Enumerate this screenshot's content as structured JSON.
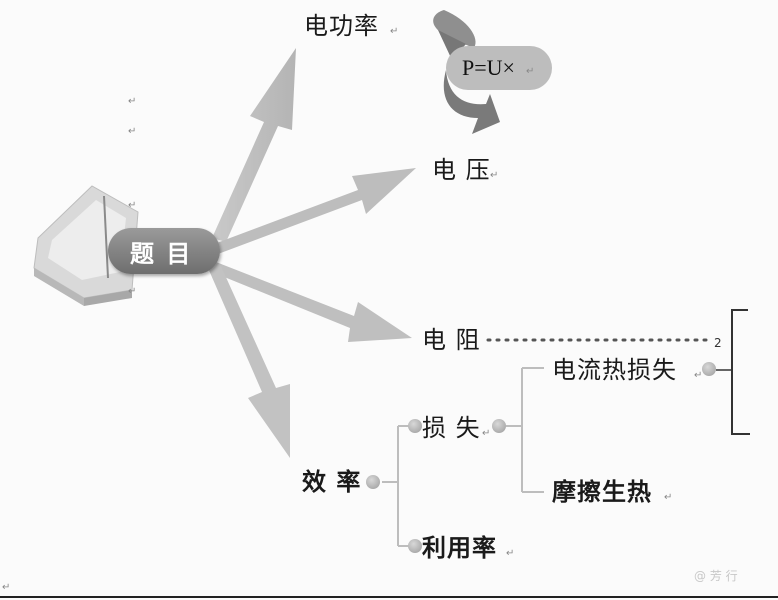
{
  "diagram": {
    "center": {
      "label": "题 目"
    },
    "branches": {
      "power": "电功率",
      "voltage": "电 压",
      "resistance": "电 阻",
      "efficiency": "效 率"
    },
    "formula": "P=U×",
    "efficiency_children": {
      "loss": "损 失",
      "utilization": "利用率"
    },
    "loss_children": {
      "current_heat": "电流热损失",
      "friction_heat": "摩擦生热"
    },
    "superscript": "2",
    "paragraph_mark": "↵",
    "watermark": "@ 芳 行"
  }
}
